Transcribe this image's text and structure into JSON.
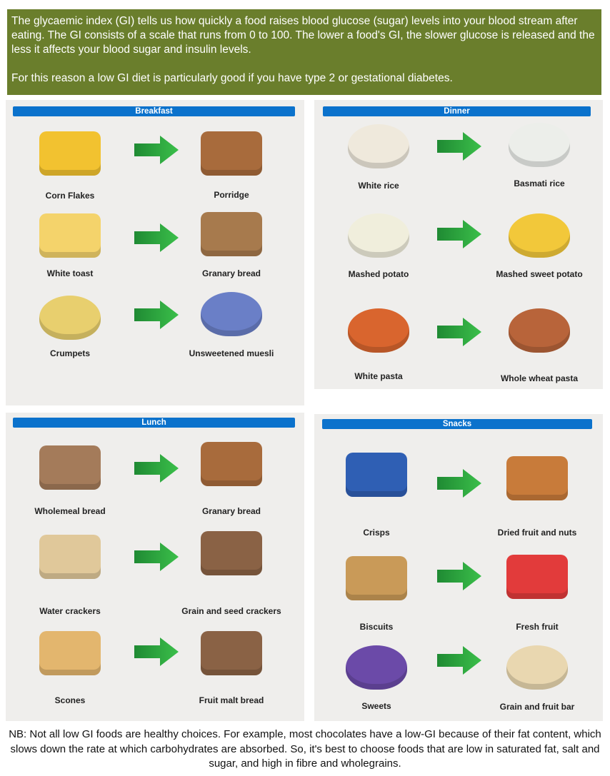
{
  "intro": {
    "paragraph1": "The glycaemic index (GI) tells us how quickly a food raises blood glucose (sugar) levels into your blood stream after eating. The GI consists of a scale that runs from 0 to 100. The lower a food's GI, the slower glucose is released and the less it affects your blood sugar and insulin levels.",
    "paragraph2": "For this reason a low GI diet is particularly good if you have type 2 or gestational diabetes."
  },
  "sections": [
    {
      "title": "Breakfast",
      "items": [
        {
          "from": "Corn Flakes",
          "to": "Porridge"
        },
        {
          "from": "White toast",
          "to": "Granary bread"
        },
        {
          "from": "Crumpets",
          "to": "Unsweetened muesli"
        }
      ]
    },
    {
      "title": "Dinner",
      "items": [
        {
          "from": "White rice",
          "to": "Basmati rice"
        },
        {
          "from": "Mashed potato",
          "to": "Mashed sweet potato"
        },
        {
          "from": "White pasta",
          "to": "Whole wheat pasta"
        }
      ]
    },
    {
      "title": "Lunch",
      "items": [
        {
          "from": "Wholemeal bread",
          "to": "Granary bread"
        },
        {
          "from": "Water crackers",
          "to": "Grain and seed crackers"
        },
        {
          "from": "Scones",
          "to": "Fruit malt bread"
        }
      ]
    },
    {
      "title": "Snacks",
      "items": [
        {
          "from": "Crisps",
          "to": "Dried fruit and nuts"
        },
        {
          "from": "Biscuits",
          "to": "Fresh fruit"
        },
        {
          "from": "Sweets",
          "to": "Grain and fruit bar"
        }
      ]
    }
  ],
  "footer": "NB: Not all low GI foods are healthy choices. For example, most chocolates have a low-GI because of their fat content, which slows down the rate at which carbohydrates are absorbed. So, it's best to choose foods that are low in saturated fat, salt and sugar, and high in fibre and wholegrains.",
  "colors": {
    "intro_bg": "#6a7e2c",
    "section_bar": "#0b72cc",
    "arrow": "#27a33a"
  }
}
